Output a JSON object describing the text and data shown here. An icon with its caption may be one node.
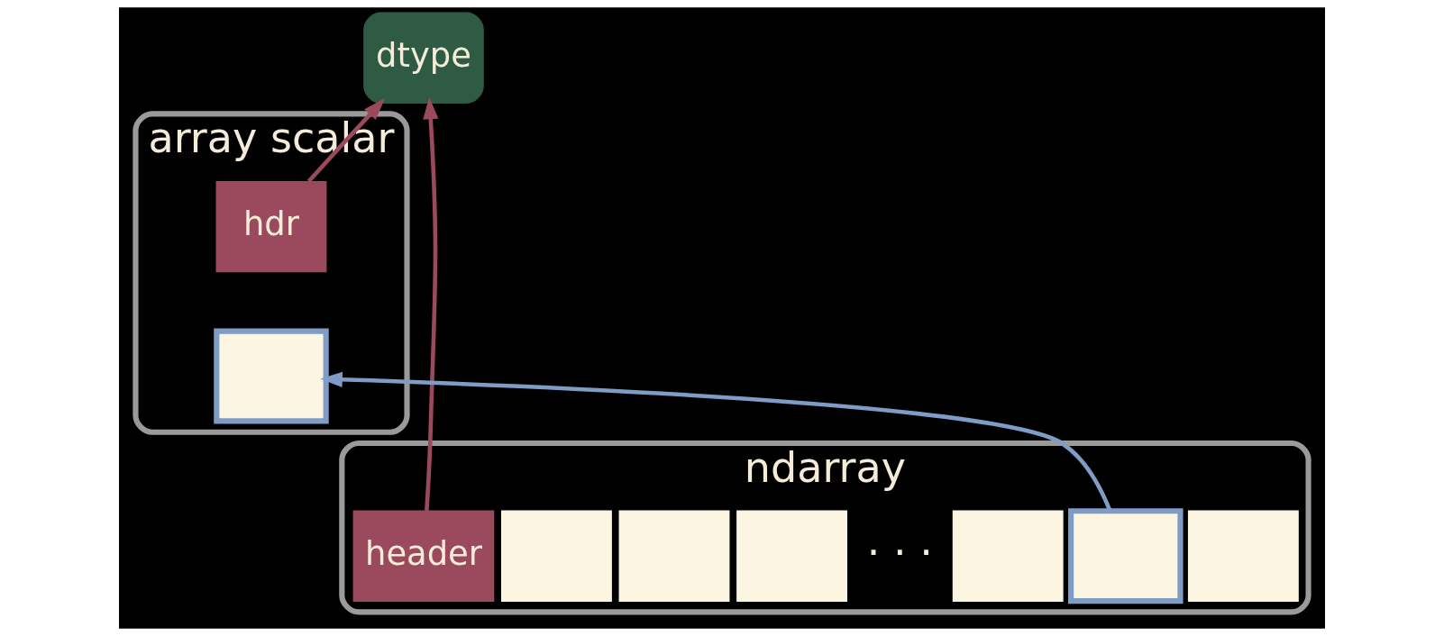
{
  "diagram": {
    "nodes": [
      {
        "text": [
          "dtype"
        ]
      },
      {
        "text": [
          "array scalar"
        ]
      },
      {
        "text": [
          "hdr"
        ],
        "in": 1
      },
      {
        "text": [],
        "shape": "box",
        "in": 1
      },
      {
        "text": [
          "ndarray"
        ]
      },
      {
        "text": [
          "header"
        ],
        "in": 4
      },
      {
        "text": [],
        "shape": "box",
        "in": 4
      },
      {
        "text": [],
        "shape": "box",
        "in": 4
      },
      {
        "text": [],
        "shape": "box",
        "in": 4
      },
      {
        "text": [],
        "shape": "box",
        "in": 4
      },
      {
        "text": [],
        "shape": "box",
        "in": 4
      },
      {
        "text": [],
        "shape": "box",
        "in": 4
      }
    ],
    "edges": [
      {
        "from": 5,
        "to": 0,
        "arrow": "to"
      },
      {
        "from": 2,
        "to": 0,
        "arrow": "to"
      },
      {
        "from": 10,
        "to": 3,
        "arrow": "to",
        "color": "#7f9cc6"
      }
    ],
    "labels": [
      "· · ·"
    ]
  }
}
